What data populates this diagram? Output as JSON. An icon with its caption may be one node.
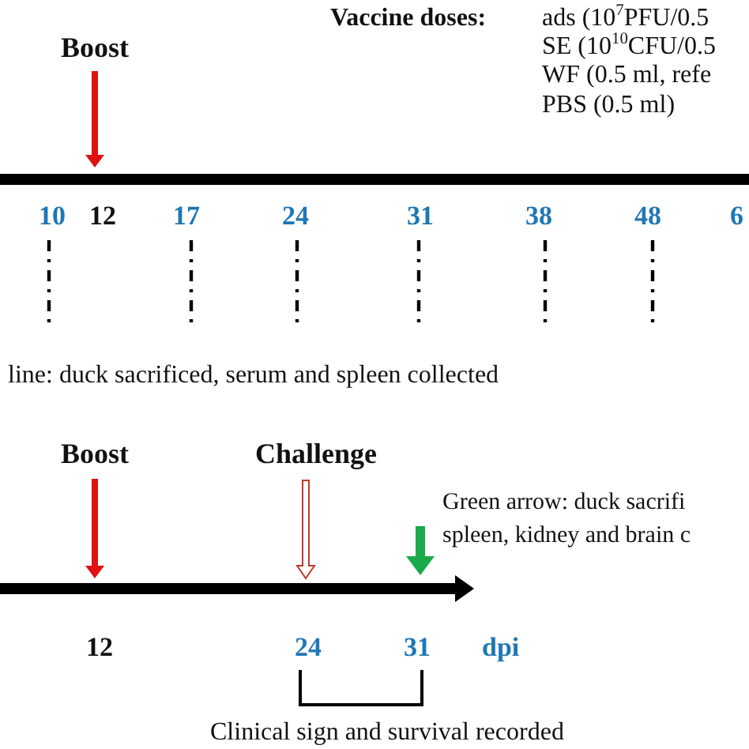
{
  "diagram": {
    "labels": [
      "Vaccine doses:",
      "ads (10$^{7}$PFU/0.5",
      "Boost",
      "SE (10$^{10}$CFU/0.5",
      "WF (0.5 ml, refe",
      "PBS (0.5 ml)",
      "10",
      "12",
      "17",
      "24",
      "31",
      "38",
      "48",
      "6",
      "line: duck sacrificed, serum and spleen collected",
      "Boost",
      "Challenge",
      "Green arrow: duck sacrifi",
      "spleen, kidney and brain c",
      "12",
      "24",
      "31",
      "dpi",
      "Clinical sign and survival recorded"
    ]
  }
}
